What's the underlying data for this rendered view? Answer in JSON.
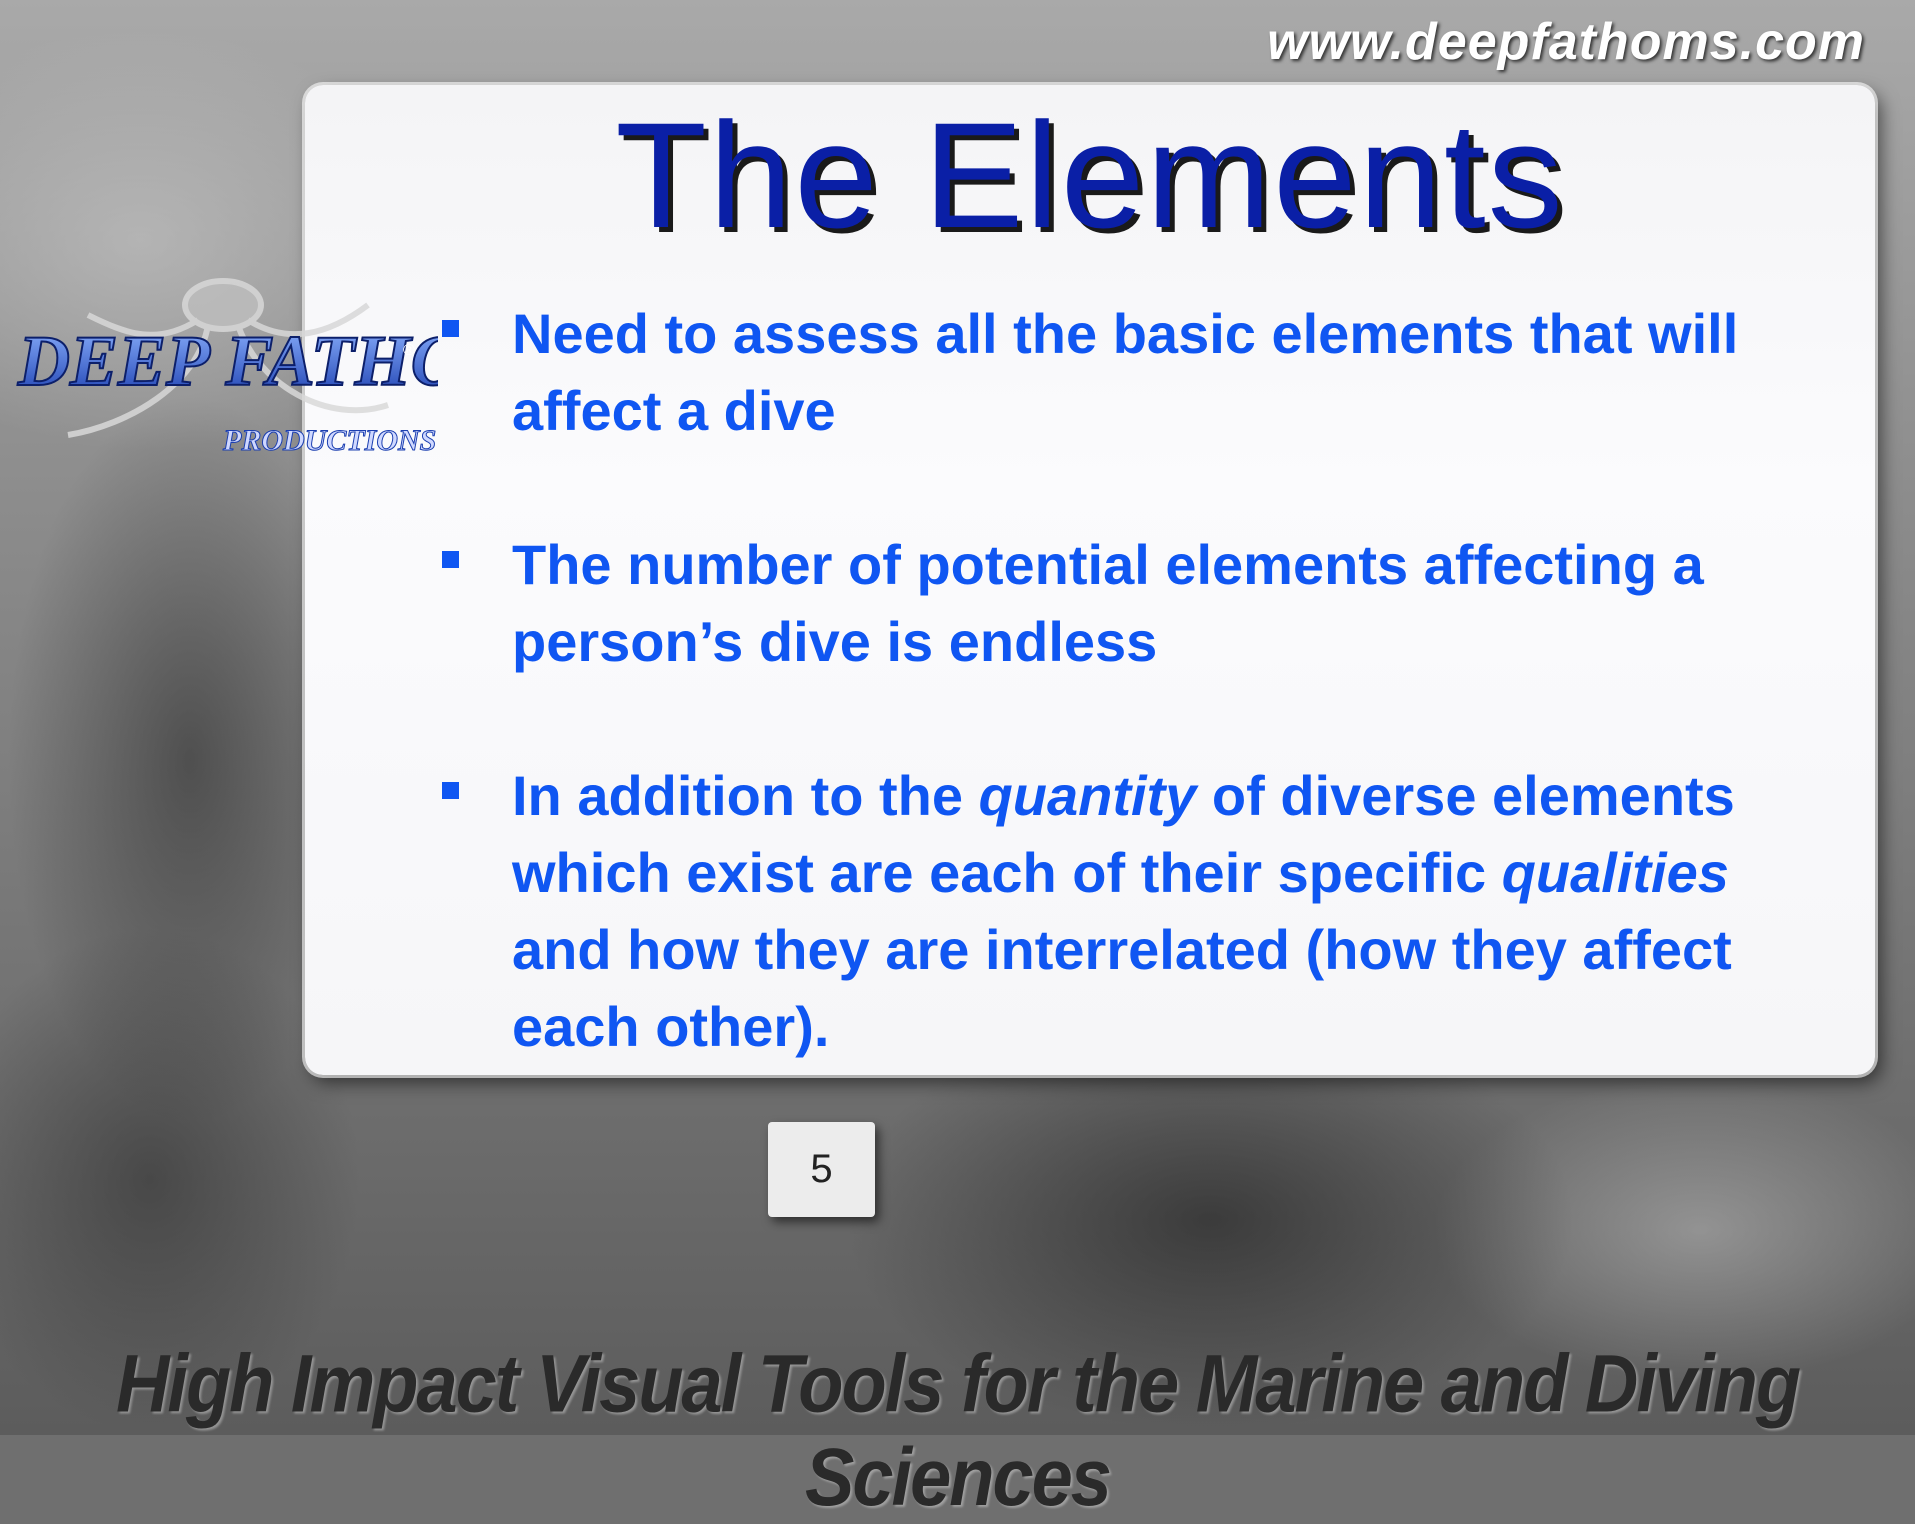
{
  "website": "www.deepfathoms.com",
  "logo": {
    "name": "DEEP FATHOMS",
    "sub": "PRODUCTIONS",
    "registered": "®"
  },
  "slide": {
    "title": "The Elements",
    "bullets": [
      {
        "parts": [
          "Need to assess all the basic elements that will affect a dive"
        ]
      },
      {
        "parts": [
          "The number of potential elements affecting a person’s dive is endless"
        ]
      },
      {
        "text_before": "In addition to the ",
        "italic_1": "quantity",
        "text_mid": " of diverse elements which exist are each of their specific ",
        "italic_2": "qualities",
        "text_after": " and how they are interrelated (how they affect each other)."
      }
    ],
    "page_number": "5"
  },
  "tagline": "High Impact Visual Tools for the Marine and Diving Sciences",
  "colors": {
    "title": "#0a1fa6",
    "bullet_text": "#0f56f2",
    "panel": "#f8f8fa"
  }
}
